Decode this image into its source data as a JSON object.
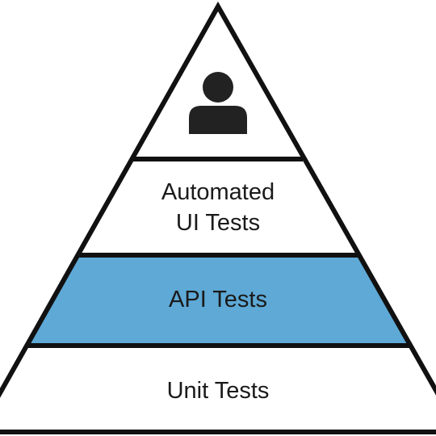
{
  "diagram": {
    "tiers": {
      "top": {
        "icon": "person-icon"
      },
      "automated": {
        "line1": "Automated",
        "line2": "UI Tests"
      },
      "api": {
        "label": "API Tests"
      },
      "unit": {
        "label": "Unit Tests"
      }
    },
    "colors": {
      "outline": "#111111",
      "api_fill": "#5ea9d6",
      "fill": "#ffffff",
      "icon": "#222222"
    }
  }
}
